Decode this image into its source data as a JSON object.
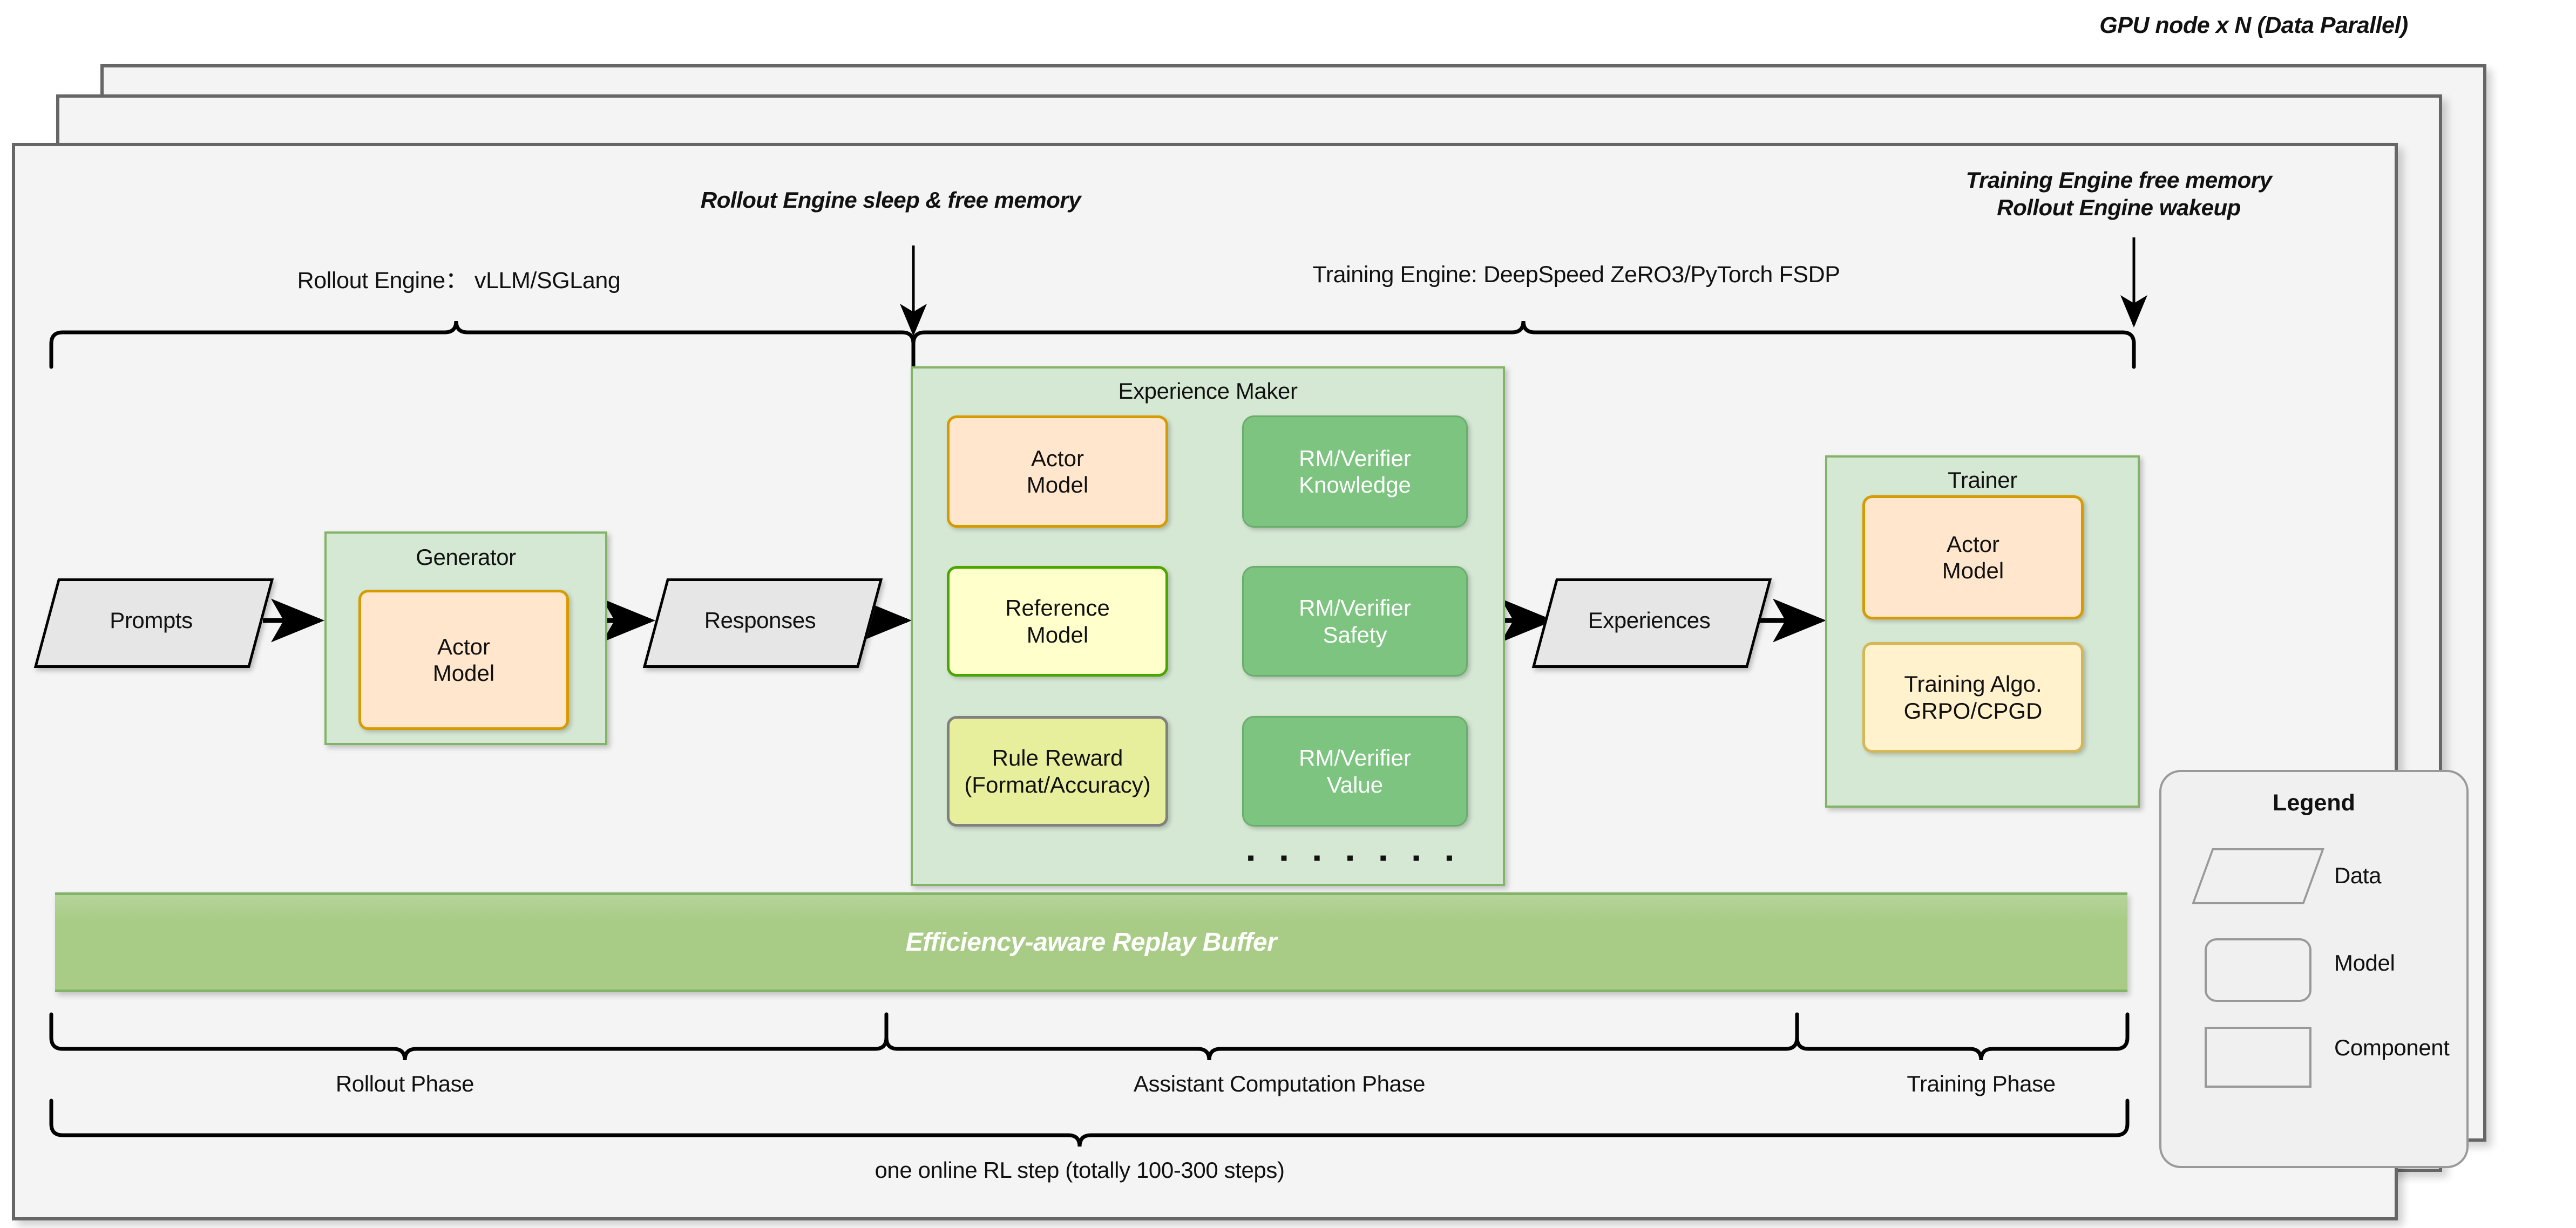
{
  "diagram": {
    "gpu_node_title": "GPU node x N  (Data Parallel)",
    "annotations": {
      "rollout_sleep": "Rollout Engine sleep & free memory",
      "training_free_line1": "Training Engine free memory",
      "training_free_line2": "Rollout Engine wakeup"
    },
    "engine_labels": {
      "rollout": "Rollout Engine： vLLM/SGLang",
      "training": "Training Engine: DeepSpeed ZeRO3/PyTorch FSDP"
    },
    "data_nodes": {
      "prompts": "Prompts",
      "responses": "Responses",
      "experiences": "Experiences"
    },
    "generator": {
      "title": "Generator",
      "actor_line1": "Actor",
      "actor_line2": "Model"
    },
    "experience_maker": {
      "title": "Experience Maker",
      "actor_line1": "Actor",
      "actor_line2": "Model",
      "reference_line1": "Reference",
      "reference_line2": "Model",
      "rule_line1": "Rule Reward",
      "rule_line2": "(Format/Accuracy)",
      "rm_knowledge_line1": "RM/Verifier",
      "rm_knowledge_line2": "Knowledge",
      "rm_safety_line1": "RM/Verifier",
      "rm_safety_line2": "Safety",
      "rm_value_line1": "RM/Verifier",
      "rm_value_line2": "Value",
      "ellipsis": "▪ ▪ ▪ ▪ ▪ ▪ ▪"
    },
    "trainer": {
      "title": "Trainer",
      "actor_line1": "Actor",
      "actor_line2": "Model",
      "algo_line1": "Training Algo.",
      "algo_line2": "GRPO/CPGD"
    },
    "replay_buffer": "Efficiency-aware Replay Buffer",
    "phases": {
      "rollout": "Rollout Phase",
      "assistant": "Assistant Computation Phase",
      "training": "Training Phase",
      "rl_step": "one online RL step  (totally 100-300 steps)"
    },
    "legend": {
      "title": "Legend",
      "data": "Data",
      "model": "Model",
      "component": "Component"
    },
    "colors": {
      "panel_fill": "#f4f4f4",
      "panel_border": "#666666",
      "container_fill": "#d5e8d4",
      "container_border": "#82b366",
      "actor_fill": "#ffe6cc",
      "actor_border": "#d79b00",
      "reference_fill": "#ffffcc",
      "reference_border": "#4ba600",
      "rule_fill": "#e8ef9c",
      "rule_border": "#808080",
      "algo_fill": "#fff2cc",
      "algo_border": "#d6b656",
      "rm_fill": "#7cc47f",
      "replay_fill": "#a8cc85",
      "data_fill": "#e6e6e6"
    }
  }
}
